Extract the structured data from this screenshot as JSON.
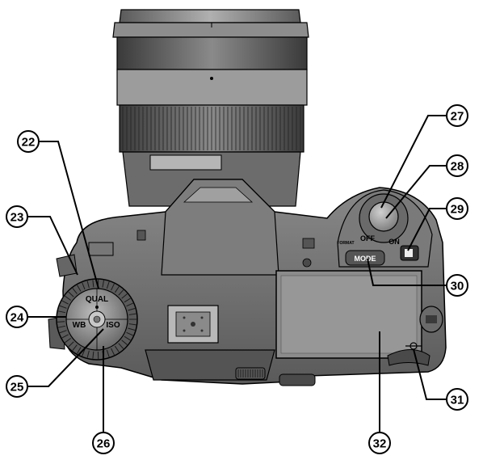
{
  "diagram": {
    "subject": "Camera top view with numbered parts",
    "callouts": [
      {
        "id": "c22",
        "label": "22"
      },
      {
        "id": "c23",
        "label": "23"
      },
      {
        "id": "c24",
        "label": "24"
      },
      {
        "id": "c25",
        "label": "25"
      },
      {
        "id": "c26",
        "label": "26"
      },
      {
        "id": "c27",
        "label": "27"
      },
      {
        "id": "c28",
        "label": "28"
      },
      {
        "id": "c29",
        "label": "29"
      },
      {
        "id": "c30",
        "label": "30"
      },
      {
        "id": "c31",
        "label": "31"
      },
      {
        "id": "c32",
        "label": "32"
      }
    ],
    "body_labels": {
      "qual": "QUAL",
      "wb": "WB",
      "iso": "ISO",
      "off": "OFF",
      "on": "ON",
      "mode": "MODE",
      "format": "FORMAT"
    },
    "colors": {
      "line": "#000000",
      "body_light": "#9a9a9a",
      "body_mid": "#6e6e6e",
      "body_dark": "#3a3a3a",
      "lcd": "#8c8c8c"
    }
  }
}
